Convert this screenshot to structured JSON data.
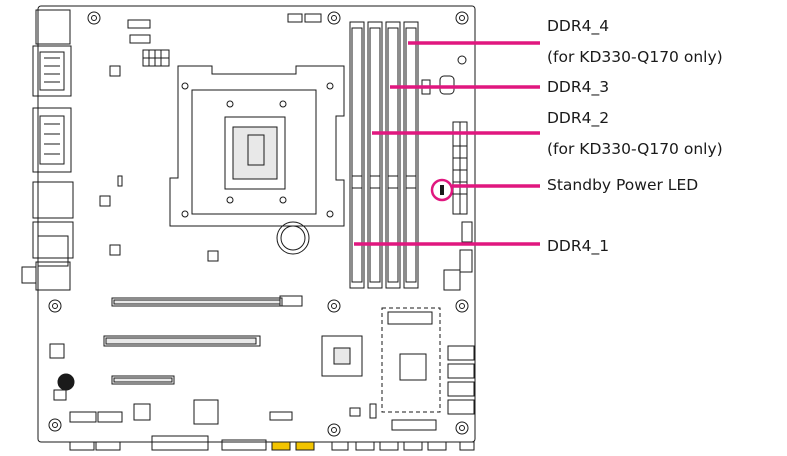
{
  "labels": {
    "ddr4_4": "DDR4_4",
    "ddr4_4_note": "(for KD330-Q170 only)",
    "ddr4_3": "DDR4_3",
    "ddr4_2": "DDR4_2",
    "ddr4_2_note": "(for KD330-Q170 only)",
    "standby_led": "Standby Power LED",
    "ddr4_1": "DDR4_1"
  },
  "colors": {
    "callout": "#e0177f",
    "board_line": "#1a1a1a",
    "chip_fill": "#e8e8e8"
  }
}
